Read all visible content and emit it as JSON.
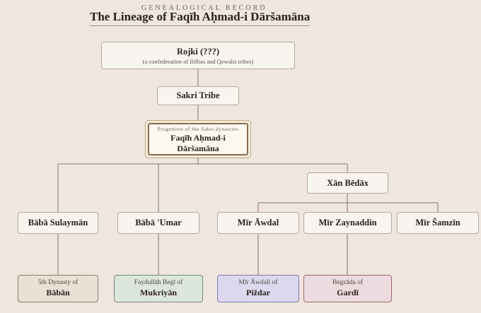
{
  "header": {
    "kicker": "GENEALOGICAL RECORD",
    "title": "The Lineage of Faqīh Aḥmad-i Dāršamāna"
  },
  "root": {
    "label": "Rojki (???)",
    "note": "(a confederation of Bilbas and Qewalsi tribes)"
  },
  "tribe": {
    "label": "Sakri Tribe"
  },
  "progenitor": {
    "caption": "Progenitor of the Sakri dynasties",
    "name_line1": "Faqīh Aḥmad-i",
    "name_line2": "Dāršamāna"
  },
  "branch": {
    "label": "Xān Bēdāx"
  },
  "sons": [
    {
      "label": "Bābā Sulaymān"
    },
    {
      "label": "Bābā 'Umar"
    },
    {
      "label": "Mīr Āwdal"
    },
    {
      "label": "Mīr Zaynaddin"
    },
    {
      "label": "Mīr Šamzīn"
    }
  ],
  "dynasties": [
    {
      "line1": "5th Dynasty of",
      "line2": "Bābān",
      "color": "#e8e1d6",
      "border": "#8a7a66"
    },
    {
      "line1": "Faydullāh Begī of",
      "line2": "Mukriyān",
      "color": "#dde6dd",
      "border": "#6f8a74"
    },
    {
      "line1": "Mīr Āwdali of",
      "line2": "Piždar",
      "color": "#dcd9ef",
      "border": "#7f78ae"
    },
    {
      "line1": "Begzāda of",
      "line2": "Gardī",
      "color": "#ecdbdf",
      "border": "#a06470"
    }
  ]
}
